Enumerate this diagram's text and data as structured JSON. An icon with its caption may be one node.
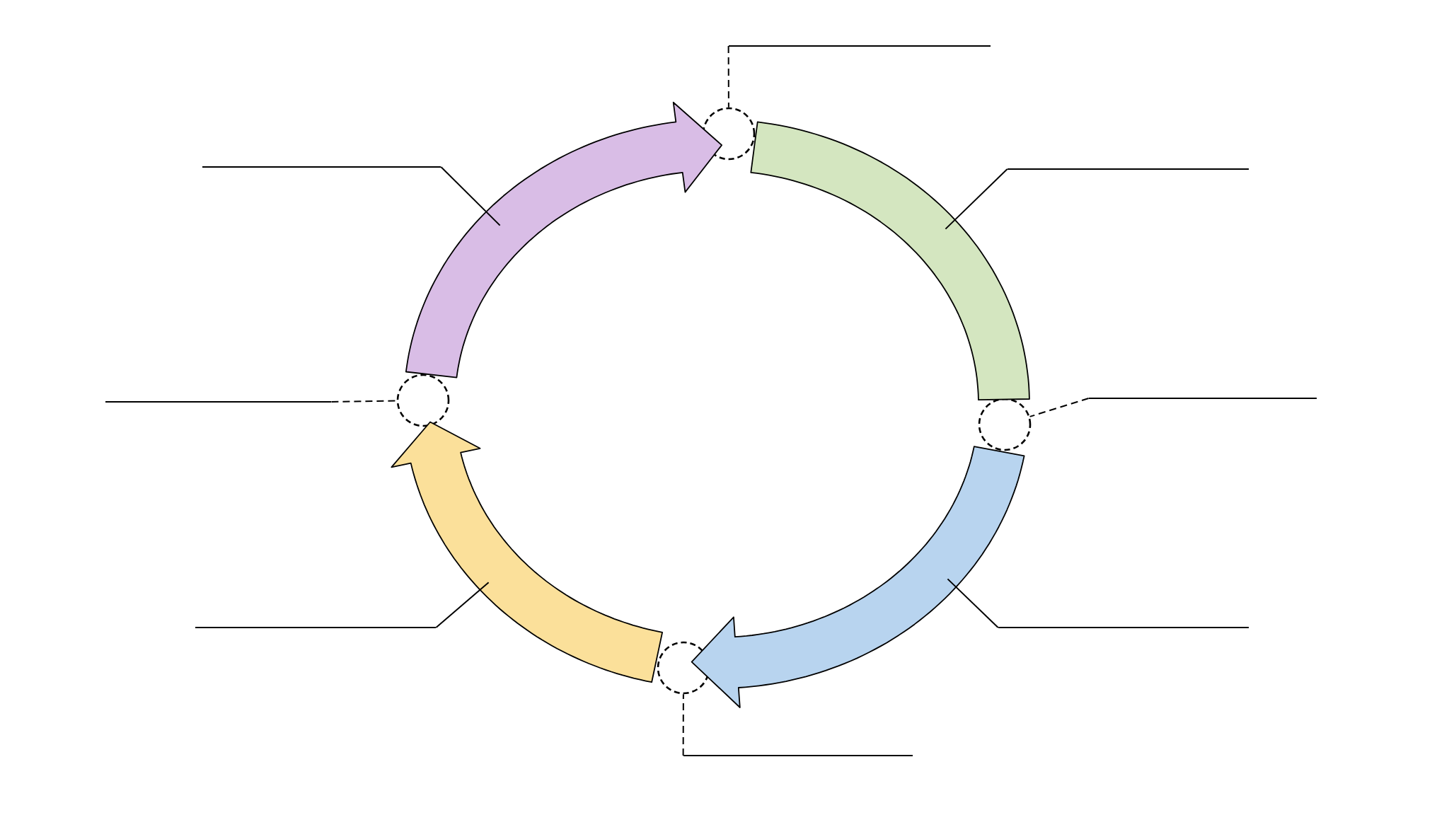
{
  "diagram": {
    "nodes": [
      {
        "text": [],
        "shape": "line"
      },
      {
        "text": [],
        "shape": "circle"
      },
      {
        "text": [],
        "shape": "line"
      },
      {
        "text": [],
        "shape": "line"
      },
      {
        "text": [],
        "shape": "arrow"
      },
      {
        "text": [],
        "shape": "band"
      },
      {
        "text": [],
        "shape": "line"
      },
      {
        "text": [],
        "shape": "line"
      },
      {
        "text": [],
        "shape": "circle"
      },
      {
        "text": [],
        "shape": "circle"
      },
      {
        "text": [],
        "shape": "arrow"
      },
      {
        "text": [],
        "shape": "arrow"
      },
      {
        "text": [],
        "shape": "line"
      },
      {
        "text": [],
        "shape": "line"
      },
      {
        "text": [],
        "shape": "circle"
      },
      {
        "text": [],
        "shape": "line"
      }
    ],
    "edges": [
      {
        "from": 0,
        "to": 1,
        "arrow": "none",
        "style": "dashed"
      },
      {
        "from": 2,
        "to": 4,
        "arrow": "none"
      },
      {
        "from": 3,
        "to": 5,
        "arrow": "none"
      },
      {
        "from": 6,
        "to": 8,
        "arrow": "none",
        "style": "dashed"
      },
      {
        "from": 7,
        "to": 9,
        "arrow": "none",
        "style": "dashed"
      },
      {
        "from": 12,
        "to": 10,
        "arrow": "none"
      },
      {
        "from": 13,
        "to": 11,
        "arrow": "none"
      },
      {
        "from": 15,
        "to": 14,
        "arrow": "none",
        "style": "dashed"
      }
    ]
  }
}
